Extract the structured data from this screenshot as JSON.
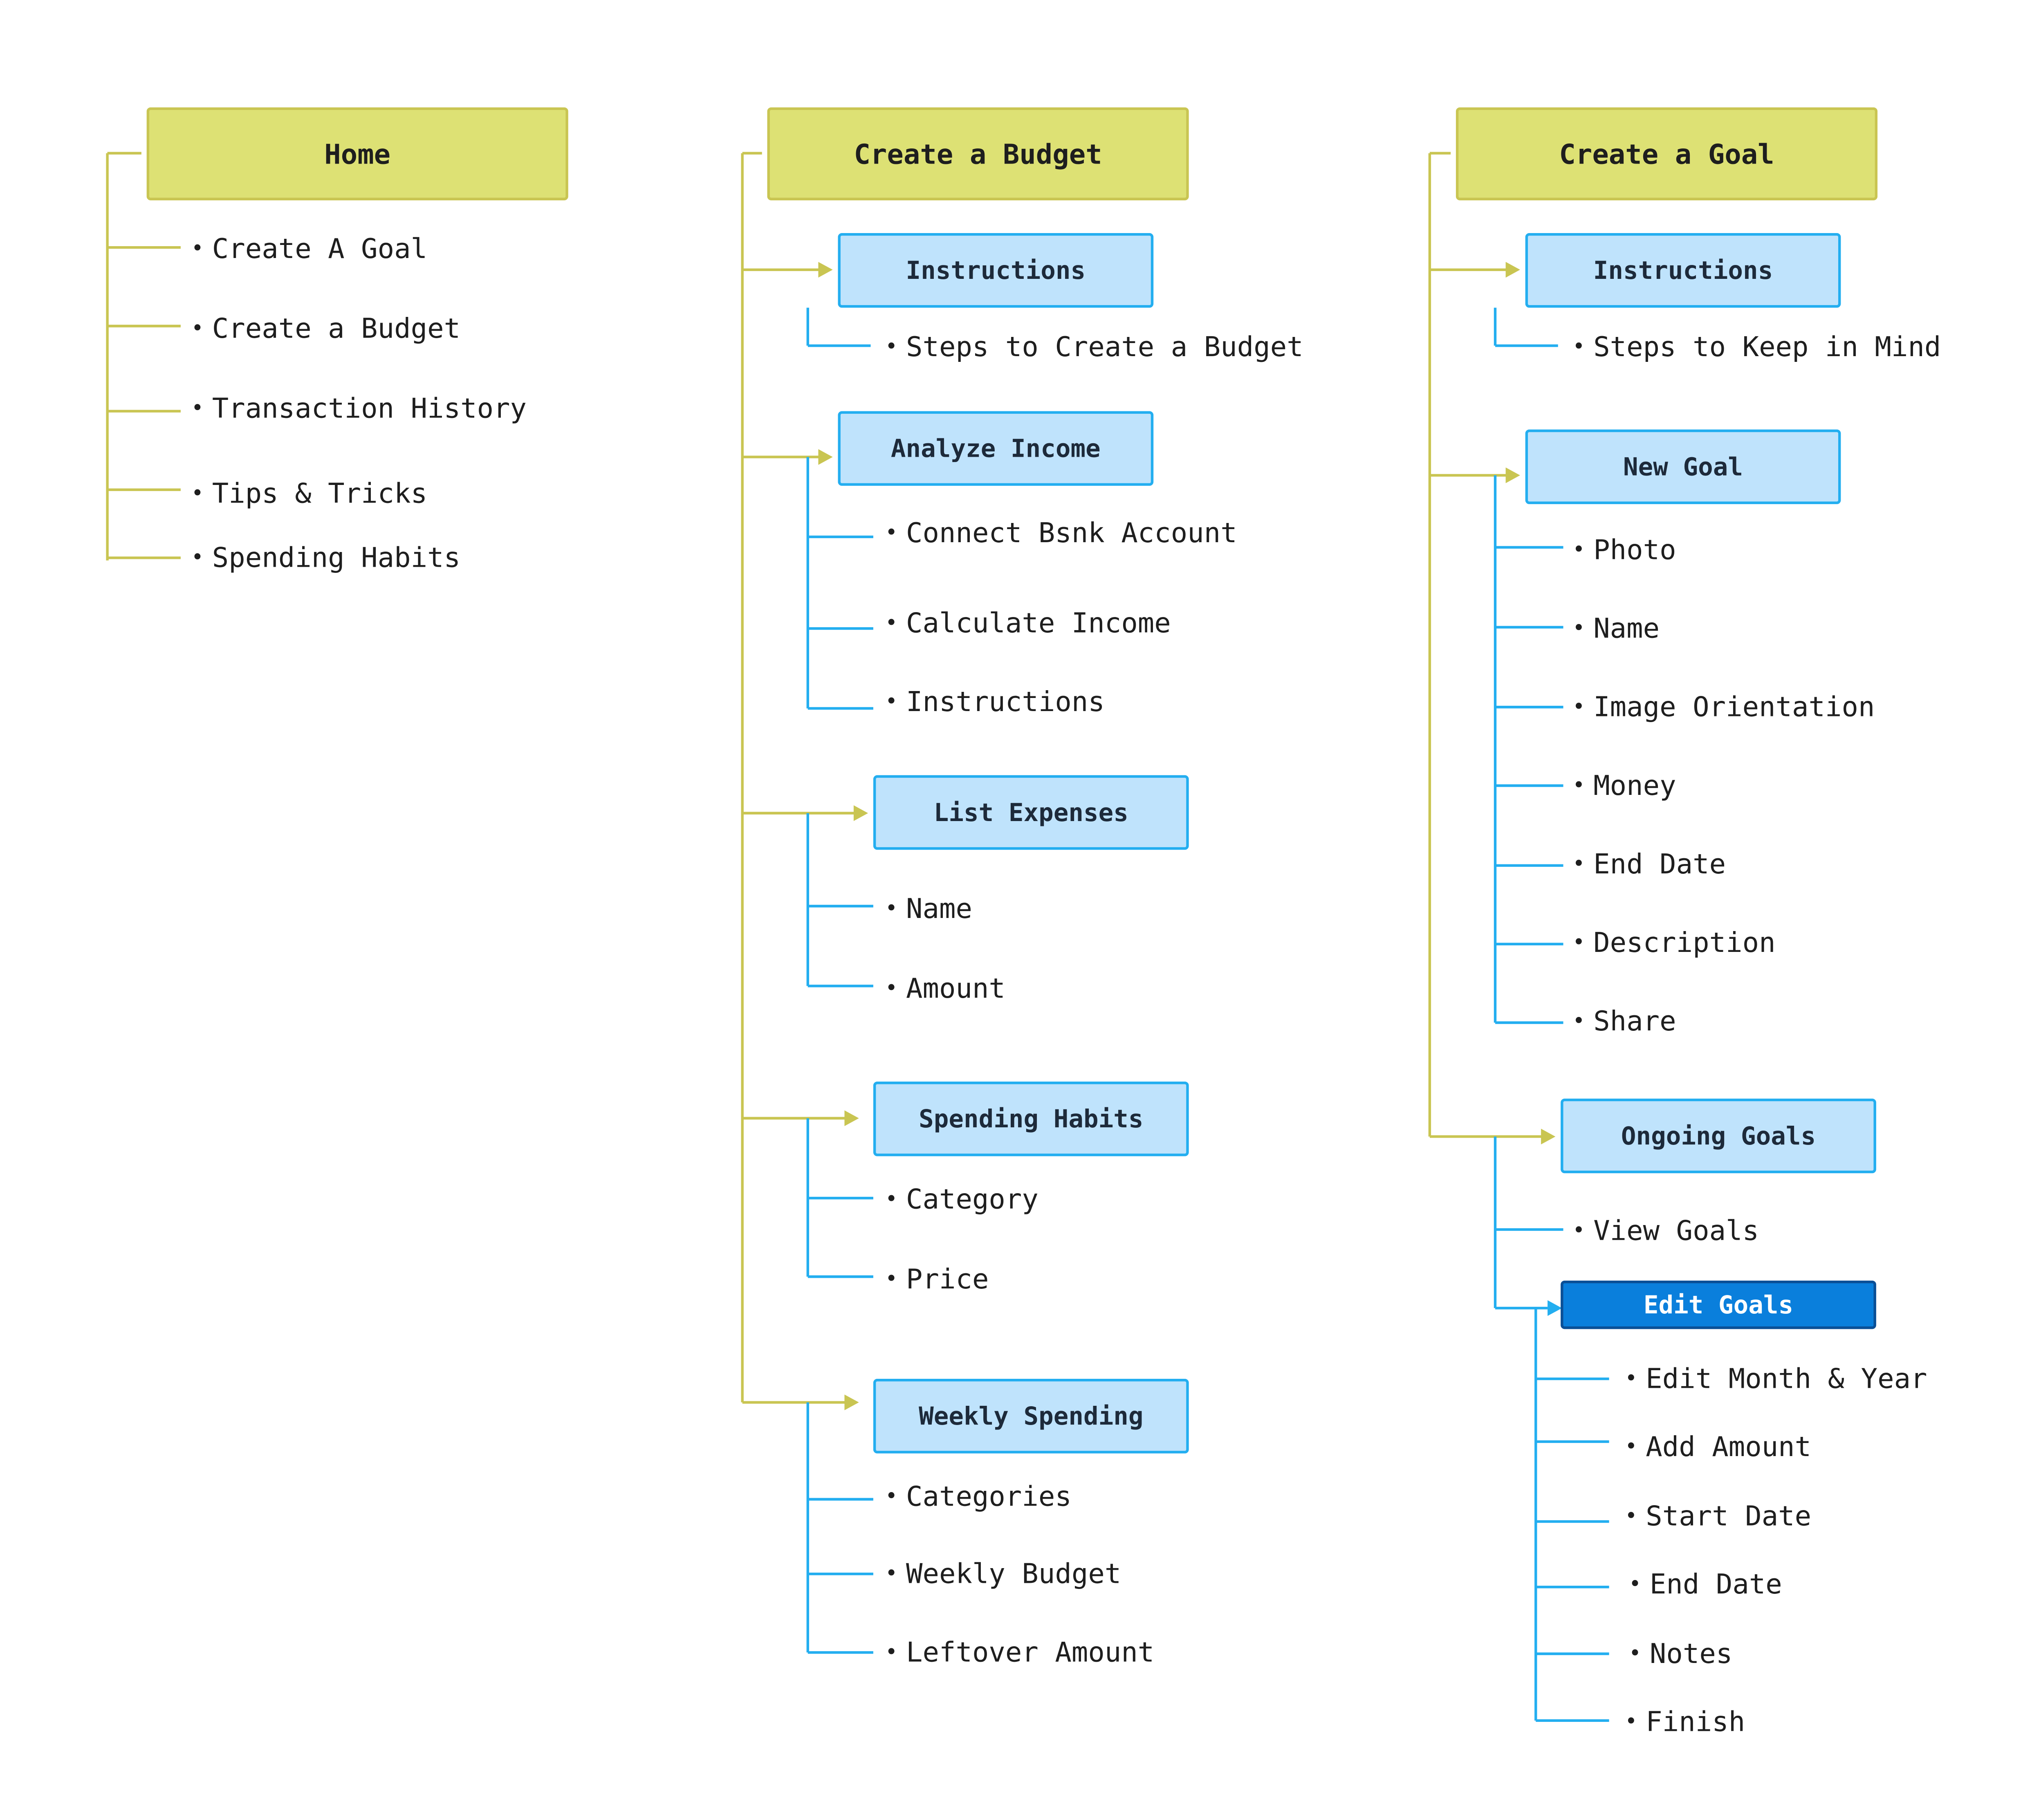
{
  "colors": {
    "root_fill": "#dde174",
    "root_line": "#c9c552",
    "sub_fill": "#bfe3fc",
    "sub_line": "#23aef0",
    "active_fill": "#0a7fdc",
    "background": "#ffffff"
  },
  "bullet": "•",
  "home": {
    "title": "Home",
    "items": [
      "Create A Goal",
      "Create a Budget",
      "Transaction History",
      "Tips & Tricks",
      "Spending Habits"
    ]
  },
  "budget": {
    "title": "Create a Budget",
    "instructions": {
      "title": "Instructions",
      "items": [
        "Steps to Create a Budget"
      ]
    },
    "analyze_income": {
      "title": "Analyze Income",
      "items": [
        "Connect Bsnk Account",
        "Calculate Income",
        "Instructions"
      ]
    },
    "list_expenses": {
      "title": "List Expenses",
      "items": [
        "Name",
        "Amount"
      ]
    },
    "spending_habits": {
      "title": "Spending Habits",
      "items": [
        "Category",
        "Price"
      ]
    },
    "weekly_spending": {
      "title": "Weekly Spending",
      "items": [
        "Categories",
        "Weekly Budget",
        "Leftover Amount"
      ]
    }
  },
  "goal": {
    "title": "Create a Goal",
    "instructions": {
      "title": "Instructions",
      "items": [
        "Steps to Keep in Mind"
      ]
    },
    "new_goal": {
      "title": "New Goal",
      "items": [
        "Photo",
        "Name",
        "Image Orientation",
        "Money",
        "End Date",
        "Description",
        "Share"
      ]
    },
    "ongoing_goals": {
      "title": "Ongoing Goals",
      "items": [
        "View Goals"
      ]
    },
    "edit_goals": {
      "title": "Edit Goals",
      "items": [
        "Edit Month & Year",
        "Add Amount",
        "Start Date",
        "End Date",
        "Notes",
        "Finish"
      ]
    }
  }
}
